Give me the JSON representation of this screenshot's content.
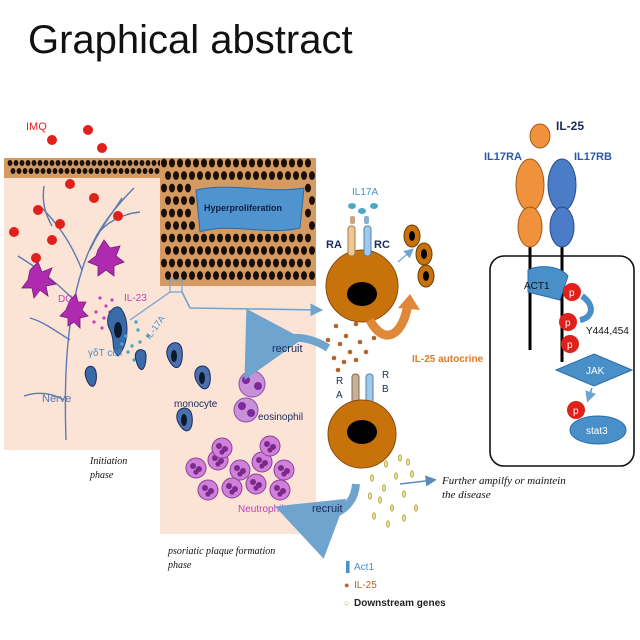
{
  "title": "Graphical abstract",
  "labels": {
    "imq": "IMQ",
    "hyperproliferation": "Hyperproliferation",
    "dc": "DC",
    "il23": "IL-23",
    "il17a_diag": "IL-17A",
    "gdt_cell": "γδT cell",
    "nerve": "Nerve",
    "initiation_phase": [
      "Initiation",
      "phase"
    ],
    "il17a_receptor": "IL17A",
    "ra": "RA",
    "rc": "RC",
    "recruit_top": "recruit",
    "recruit_bottom": "recruit",
    "monocyte": "monocyte",
    "eosinophil": "eosinophil",
    "neutrophil": "Neutrophil",
    "r_a": [
      "R",
      "A"
    ],
    "r_b": [
      "R",
      "B"
    ],
    "il25_autocrine": "IL-25 autocrine",
    "further": [
      "Further ampilfy or maintein",
      "the disease"
    ],
    "psoriatic_phase": [
      "psoriatic plaque formation",
      "phase"
    ],
    "il25_top": "IL-25",
    "il17ra": "IL17RA",
    "il17rb": "IL17RB",
    "act1": "ACT1",
    "p": "p",
    "y444": "Y444,454",
    "jak": "JAK",
    "stat3": "stat3"
  },
  "legend": [
    {
      "glyph": "▌",
      "text": "Act1",
      "color": "#4a90c8"
    },
    {
      "glyph": "●",
      "text": "IL-25",
      "color": "#b3652e"
    },
    {
      "glyph": "○",
      "text": "Downstream genes",
      "color": "#b4a640"
    }
  ],
  "colors": {
    "skin": "#fbe3d6",
    "imq_dot": "#e0201a",
    "cell_brown": "#c8720c",
    "receptor_orange": "#f0923c",
    "receptor_blue": "#4a7cc8",
    "arrow_blue": "#6fa4cf",
    "arrow_orange": "#e0883a",
    "phospho_red": "#e0201a",
    "text_blue": "#2a57a6",
    "text_orange": "#e07a2a",
    "text_magenta": "#c040c0"
  }
}
